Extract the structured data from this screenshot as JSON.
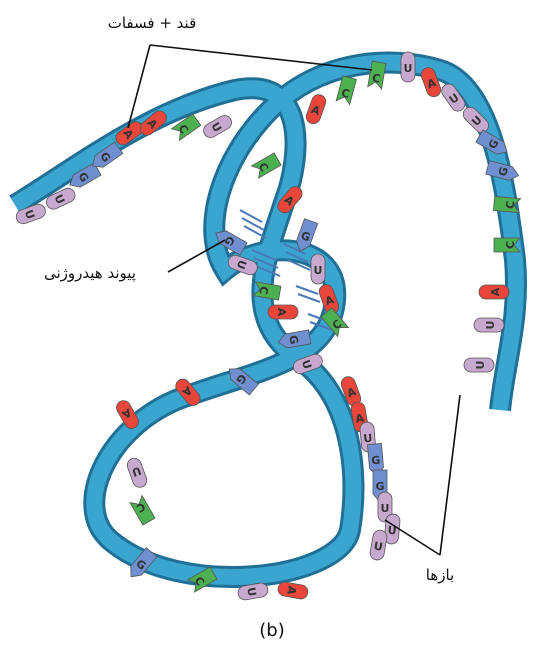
{
  "labels": {
    "sugar_phosphate": "قند + فسفات",
    "hydrogen_bond": "پیوند هیدروژنی",
    "bases": "بازها",
    "caption": "(b)"
  },
  "colors": {
    "backbone": "#3aa6cf",
    "backbone_edge": "#1f6f96",
    "A": "#e8463a",
    "U": "#c7a9cf",
    "G": "#6f8fd1",
    "C": "#4caf50",
    "hbond": "#4a78b8"
  },
  "bases": [
    {
      "letter": "U"
    },
    {
      "letter": "U"
    },
    {
      "letter": "G"
    },
    {
      "letter": "G"
    },
    {
      "letter": "A"
    },
    {
      "letter": "A"
    },
    {
      "letter": "C"
    },
    {
      "letter": "U"
    },
    {
      "letter": "A"
    },
    {
      "letter": "C"
    },
    {
      "letter": "C"
    },
    {
      "letter": "U"
    },
    {
      "letter": "A"
    },
    {
      "letter": "U"
    },
    {
      "letter": "U"
    },
    {
      "letter": "G"
    },
    {
      "letter": "G"
    },
    {
      "letter": "C"
    },
    {
      "letter": "C"
    },
    {
      "letter": "A"
    },
    {
      "letter": "U"
    },
    {
      "letter": "U"
    },
    {
      "letter": "C"
    },
    {
      "letter": "A"
    },
    {
      "letter": "G"
    },
    {
      "letter": "U"
    },
    {
      "letter": "A"
    },
    {
      "letter": "C"
    },
    {
      "letter": "G"
    },
    {
      "letter": "U"
    },
    {
      "letter": "C"
    },
    {
      "letter": "A"
    },
    {
      "letter": "G"
    },
    {
      "letter": "U"
    },
    {
      "letter": "A"
    },
    {
      "letter": "A"
    },
    {
      "letter": "U"
    },
    {
      "letter": "G"
    },
    {
      "letter": "G"
    },
    {
      "letter": "U"
    },
    {
      "letter": "U"
    },
    {
      "letter": "U"
    },
    {
      "letter": "C"
    },
    {
      "letter": "U"
    },
    {
      "letter": "A"
    },
    {
      "letter": "A"
    },
    {
      "letter": "G"
    },
    {
      "letter": "G"
    },
    {
      "letter": "C"
    },
    {
      "letter": "U"
    },
    {
      "letter": "A"
    }
  ]
}
